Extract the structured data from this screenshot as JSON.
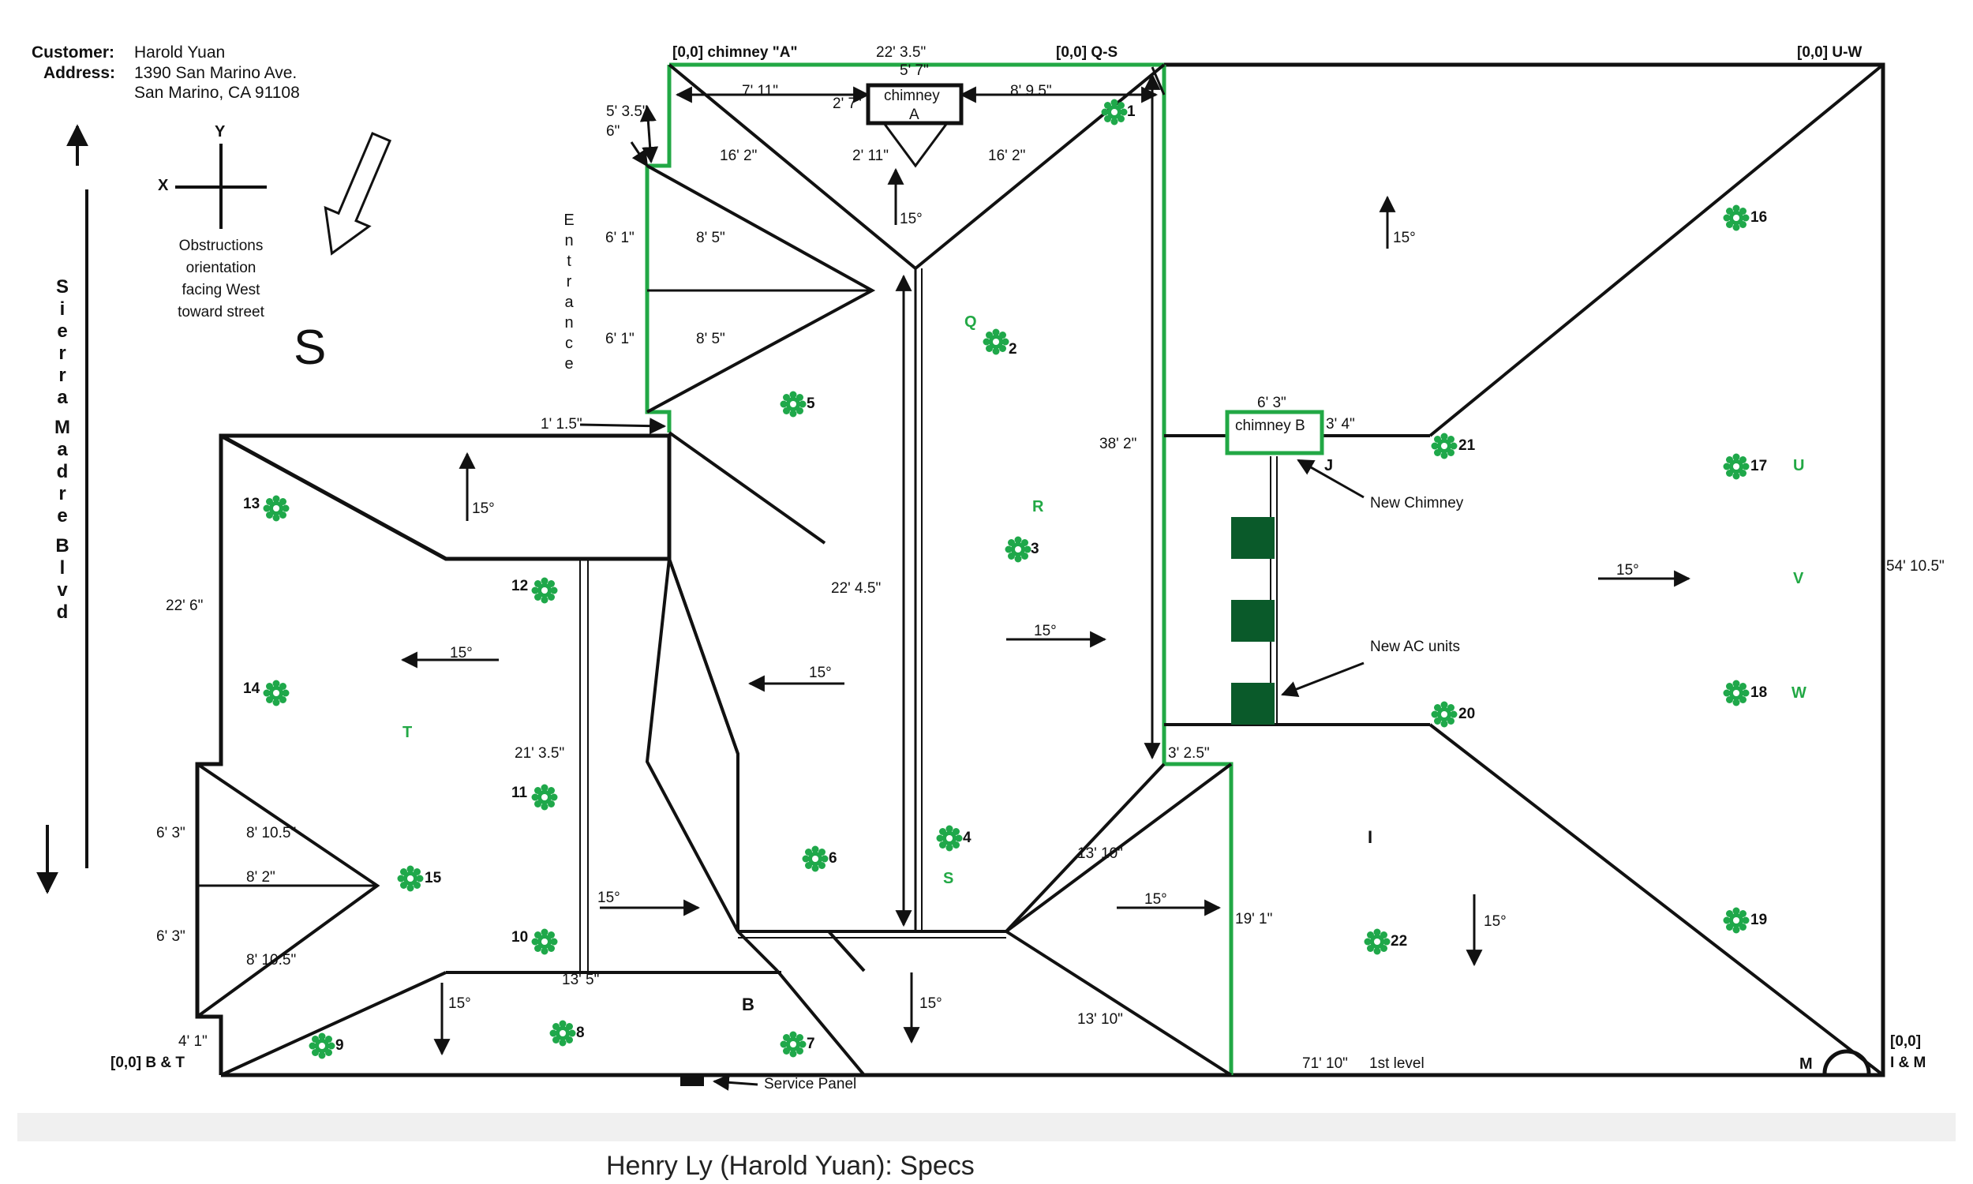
{
  "header": {
    "customer_label": "Customer:",
    "customer_value": "Harold Yuan",
    "address_label": "Address:",
    "address_line1": "1390 San Marino Ave.",
    "address_line2": "San Marino, CA 91108"
  },
  "orientation": {
    "axis_y": "Y",
    "axis_x": "X",
    "note_lines": [
      "Obstructions",
      "orientation",
      "facing West",
      "toward street"
    ],
    "south_label": "S"
  },
  "street_label_letters": [
    "S",
    "i",
    "e",
    "r",
    "r",
    "a",
    "M",
    "a",
    "d",
    "r",
    "e",
    "B",
    "l",
    "v",
    "d"
  ],
  "entrance_letters": [
    "E",
    "n",
    "t",
    "r",
    "a",
    "n",
    "c",
    "e"
  ],
  "origins": {
    "chimney_a": "[0,0] chimney \"A\"",
    "q_s": "[0,0] Q-S",
    "u_w": "[0,0] U-W",
    "b_t": "[0,0] B & T",
    "i_m_top": "[0,0]",
    "i_m_bottom": "I & M"
  },
  "dimensions": {
    "d_22_3_5_top": "22' 3.5\"",
    "d_5_7": "5' 7\"",
    "d_7_11": "7' 11\"",
    "d_2_7": "2' 7\"",
    "d_8_9_5": "8' 9.5\"",
    "d_5_3_5": "5' 3.5\"",
    "d_6": "6\"",
    "d_16_2_left": "16' 2\"",
    "d_2_11": "2' 11\"",
    "d_16_2_right": "16' 2\"",
    "d_6_1_top": "6' 1\"",
    "d_8_5_top": "8' 5\"",
    "d_6_1_bottom": "6' 1\"",
    "d_8_5_bottom": "8' 5\"",
    "d_1_1_5": "1' 1.5\"",
    "d_38_2": "38' 2\"",
    "d_6_3_chimney": "6' 3\"",
    "d_3_4": "3' 4\"",
    "d_22_6": "22' 6\"",
    "d_22_4_5": "22' 4.5\"",
    "d_21_3_5": "21' 3.5\"",
    "d_6_3_a": "6' 3\"",
    "d_8_10_5_a": "8' 10.5\"",
    "d_8_2": "8' 2\"",
    "d_6_3_b": "6' 3\"",
    "d_8_10_5_b": "8' 10.5\"",
    "d_13_5": "13' 5\"",
    "d_4_1": "4' 1\"",
    "d_3_2_5": "3' 2.5\"",
    "d_13_10_a": "13' 10\"",
    "d_13_10_b": "13' 10\"",
    "d_19_1": "19' 1\"",
    "d_54_10_5": "54' 10.5\"",
    "d_71_10": "71' 10\"",
    "first_level": "1st level"
  },
  "pitch": "15°",
  "chimney_a_label_1": "chimney",
  "chimney_a_label_2": "A",
  "chimney_b_label": "chimney B",
  "letters": {
    "J": "J",
    "B": "B",
    "I": "I",
    "M": "M",
    "Q": "Q",
    "R": "R",
    "S": "S",
    "T": "T",
    "U": "U",
    "V": "V",
    "W": "W"
  },
  "annotations": {
    "new_chimney": "New Chimney",
    "new_ac_units": "New AC units",
    "service_panel": "Service Panel"
  },
  "obstruction_markers": [
    "1",
    "2",
    "3",
    "4",
    "5",
    "6",
    "7",
    "8",
    "9",
    "10",
    "11",
    "12",
    "13",
    "14",
    "15",
    "16",
    "17",
    "18",
    "19",
    "20",
    "21",
    "22"
  ],
  "footer": {
    "specs_title": "Henry Ly (Harold Yuan): Specs"
  },
  "colors": {
    "outline": "#111111",
    "green_outline": "#22a845",
    "marker": "#1fa84a",
    "ac_unit": "#0a5a2a"
  }
}
